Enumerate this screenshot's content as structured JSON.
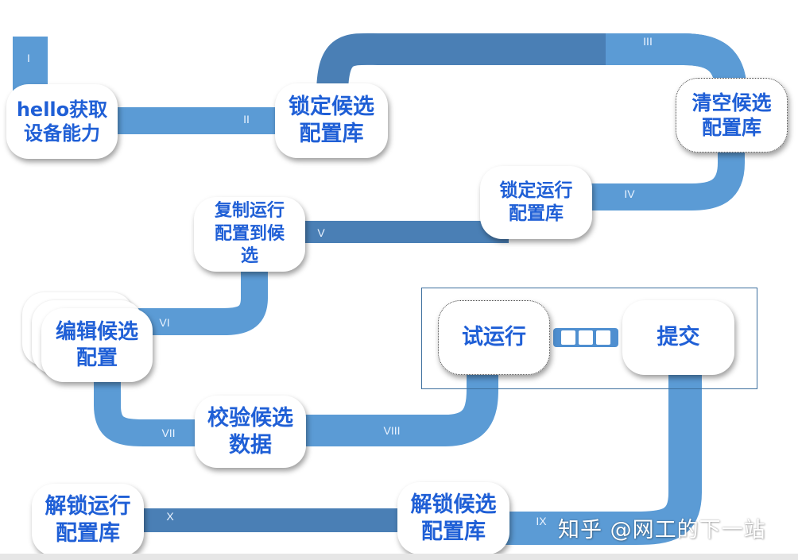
{
  "diagram": {
    "colors": {
      "pipe": "#5b9bd5",
      "pipe_dark": "#4a7fb5",
      "node_text": "#1f5fd6",
      "frame": "#3d6f9e"
    },
    "nodes": {
      "hello": "hello获取\n设备能力",
      "lock_candidate": "锁定候选\n配置库",
      "clear_candidate": "清空候选\n配置库",
      "lock_running": "锁定运行\n配置库",
      "copy_running": "复制运行\n配置到候\n选",
      "edit_candidate": "编辑候选\n配置",
      "validate_candidate": "校验候选\n数据",
      "trial_run": "试运行",
      "commit": "提交",
      "unlock_candidate": "解锁候选\n配置库",
      "unlock_running": "解锁运行\n配置库"
    },
    "steps": [
      "I",
      "II",
      "III",
      "IV",
      "V",
      "VI",
      "VII",
      "VIII",
      "IX",
      "X"
    ]
  },
  "watermark": "知乎 @网工的下一站"
}
